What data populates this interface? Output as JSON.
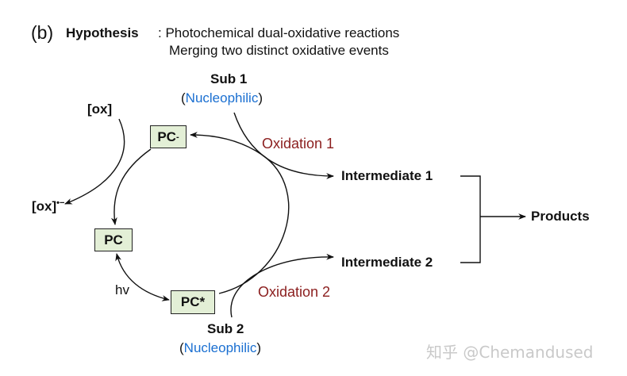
{
  "heading": {
    "label": "(b)",
    "title": "Hypothesis",
    "line1": ": Photochemical dual-oxidative  reactions",
    "line2": "Merging two distinct oxidative events"
  },
  "sub1": {
    "name": "Sub 1",
    "open": "(",
    "type": "Nucleophilic",
    "close": ")"
  },
  "sub2": {
    "name": "Sub 2",
    "open": "(",
    "type": "Nucleophilic",
    "close": ")"
  },
  "oxidant": {
    "ox": "[ox]",
    "ox_reduced": "[ox]",
    "ox_reduced_sup": "•−"
  },
  "photocatalyst": {
    "pc_minus": "PC",
    "pc_minus_sup": "-",
    "pc": "PC",
    "pc_star": "PC*"
  },
  "hv": "hv",
  "oxidation1": "Oxidation 1",
  "oxidation2": "Oxidation 2",
  "intermediate1": "Intermediate 1",
  "intermediate2": "Intermediate 2",
  "products": "Products",
  "watermark": "知乎 @Chemandused",
  "colors": {
    "nucleophilic": "#1a6fd1",
    "oxidation": "#8b1e1e",
    "pc_box": "#e3efd6"
  }
}
